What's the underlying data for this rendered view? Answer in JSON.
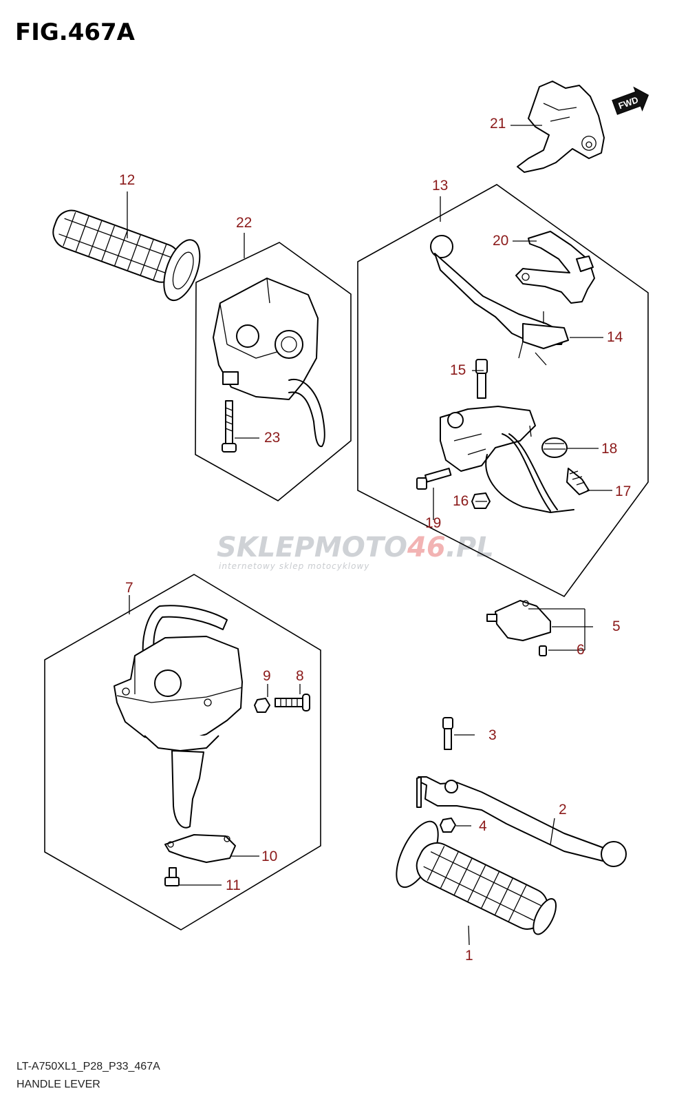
{
  "figure": {
    "title": "FIG.467A",
    "model_code": "LT-A750XL1_P28_P33_467A",
    "caption": "HANDLE LEVER"
  },
  "direction_tag": "FWD",
  "watermark": {
    "brand_part1": "SKLEPMOTO",
    "brand_part2": "46",
    "brand_part3": ".PL",
    "tagline": "internetowy sklep motocyklowy"
  },
  "callouts": [
    "1",
    "2",
    "3",
    "4",
    "5",
    "6",
    "7",
    "8",
    "9",
    "10",
    "11",
    "12",
    "13",
    "14",
    "15",
    "16",
    "17",
    "18",
    "19",
    "20",
    "21",
    "22",
    "23"
  ],
  "colors": {
    "callout": "#8b1a1a",
    "line": "#000000",
    "watermark_red": "#f2b3b3",
    "watermark_gray": "#cfd2d6"
  }
}
